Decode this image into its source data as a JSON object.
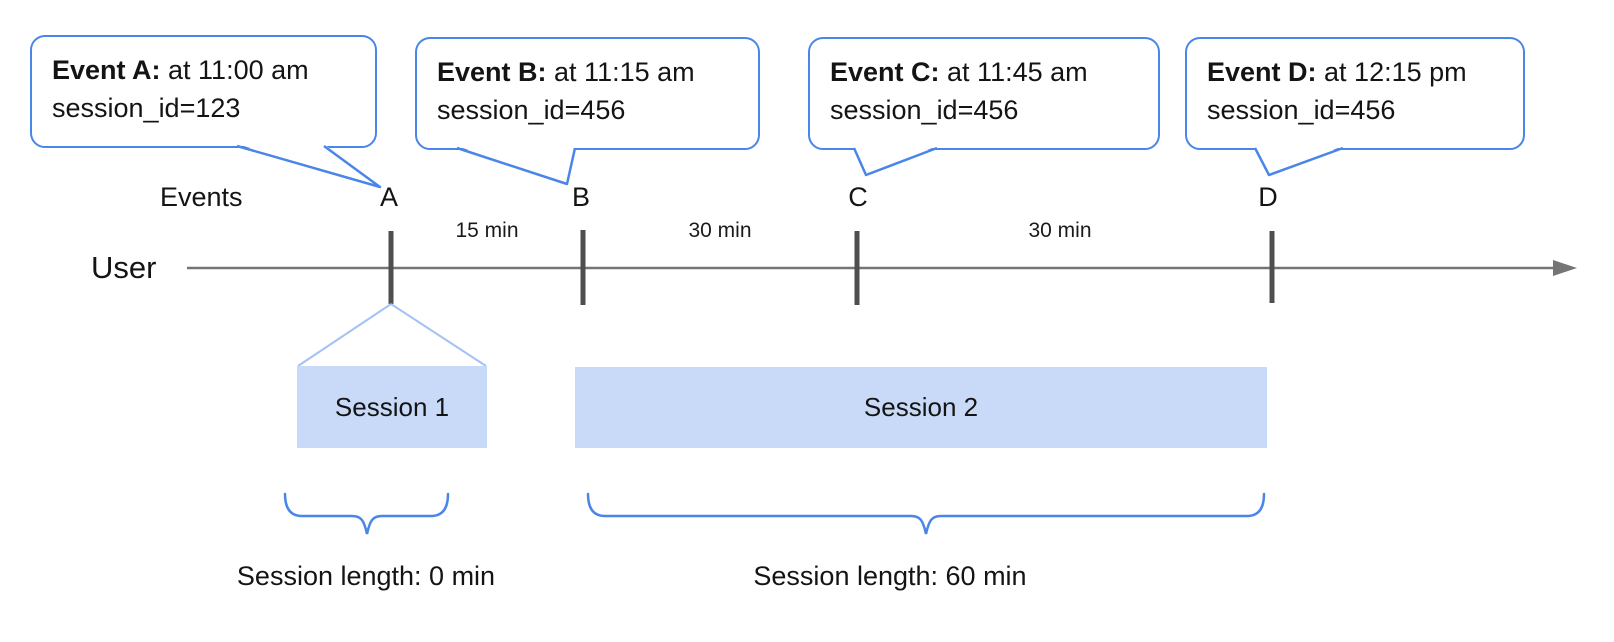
{
  "diagram": {
    "events_row_label": "Events",
    "user_label": "User",
    "callouts": [
      {
        "title": "Event A:",
        "time": " at 11:00 am",
        "session_line": "session_id=123"
      },
      {
        "title": "Event B:",
        "time": " at 11:15 am",
        "session_line": "session_id=456"
      },
      {
        "title": "Event C:",
        "time": " at 11:45 am",
        "session_line": "session_id=456"
      },
      {
        "title": "Event D:",
        "time": " at 12:15 pm",
        "session_line": "session_id=456"
      }
    ],
    "markers": [
      "A",
      "B",
      "C",
      "D"
    ],
    "intervals": [
      "15 min",
      "30 min",
      "30 min"
    ],
    "sessions": [
      {
        "label": "Session 1",
        "length": "Session length: 0 min"
      },
      {
        "label": "Session 2",
        "length": "Session length: 60 min"
      }
    ],
    "colors": {
      "accent_blue": "#4a86e8",
      "funnel_blue": "#a4c2f4",
      "session_fill": "#c9daf8",
      "timeline_gray": "#757575",
      "tick_gray": "#4f4f4f"
    }
  }
}
